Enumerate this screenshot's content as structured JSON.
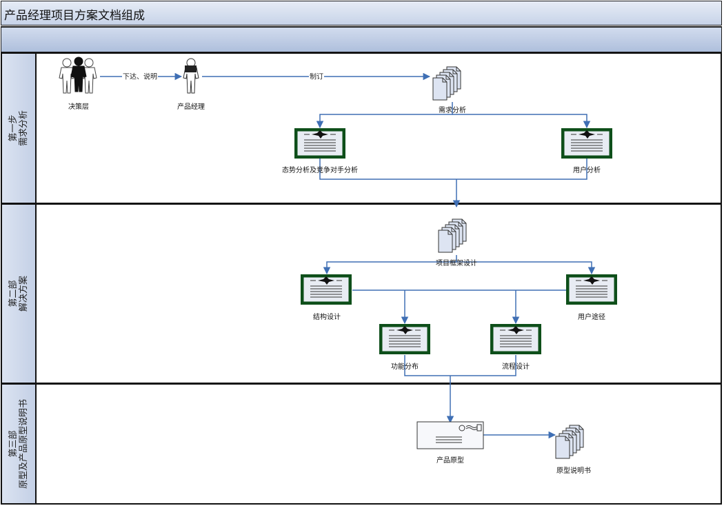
{
  "title": "产品经理项目方案文档组成",
  "lanes": {
    "step1": "第一步\n需求分析",
    "step2": "第二部\n解决方案",
    "step3": "第三部\n原型及产品原型说明书"
  },
  "nodes": {
    "decision_layer": "决策层",
    "product_manager": "产品经理",
    "req_analysis": "需求分析",
    "situation_analysis": "态势分析及竞争对手分析",
    "user_analysis": "用户分析",
    "framework_design": "项目框架设计",
    "structure_design": "结构设计",
    "user_path": "用户途径",
    "function_distribution": "功能分布",
    "flow_design": "流程设计",
    "prototype": "产品原型",
    "prototype_doc": "原型说明书"
  },
  "edges": {
    "issue_explain": "下达、说明",
    "formulate": "制订"
  },
  "colors": {
    "line": "#3f6fb4",
    "cert_border": "#1e5a26",
    "doc_fill": "#dde4f2"
  }
}
